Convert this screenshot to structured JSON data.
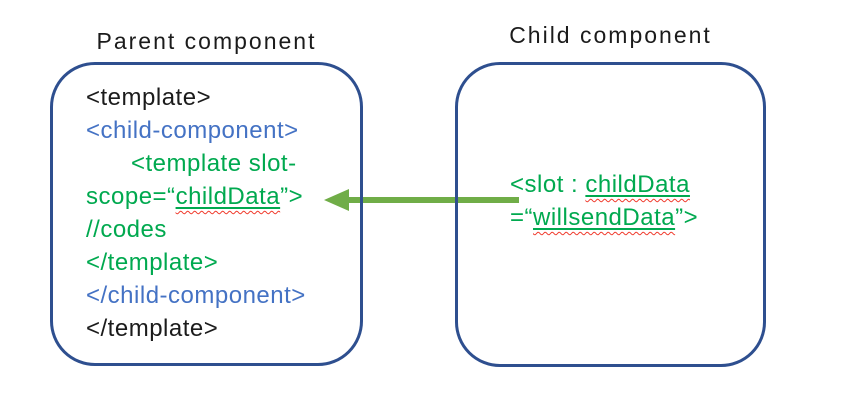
{
  "parent": {
    "title": "Parent component",
    "lines": {
      "l1": "<template>",
      "l2": "<child-component>",
      "l3": "<template slot-",
      "l4a": "scope=“",
      "l4b": "childData",
      "l4c": "”>",
      "l5": "//codes",
      "l6": "</template>",
      "l7": "</child-component>",
      "l8": "</template>"
    }
  },
  "child": {
    "title": "Child component",
    "lines": {
      "l1a": "<slot : ",
      "l1b": "childData",
      "l2a": "=“",
      "l2b": "willsendData",
      "l2c": "”>"
    }
  },
  "arrow": {
    "direction": "right-to-left",
    "from": "child slot line",
    "to": "parent slot-scope line"
  },
  "colors": {
    "box_border_navy": "#2e4f8f",
    "code_black": "#1b1b1b",
    "tag_blue": "#4472c4",
    "code_green": "#00a94f",
    "arrow_green": "#70ad47",
    "squiggle_red": "#f0392b",
    "background": "#ffffff"
  }
}
